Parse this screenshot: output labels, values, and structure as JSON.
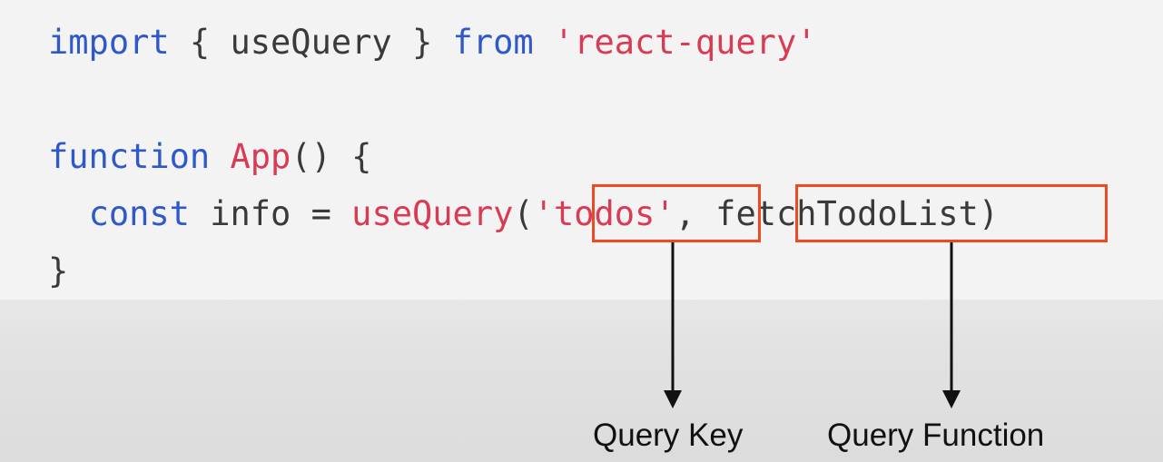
{
  "code": {
    "line1": {
      "import_kw": "import",
      "open_brace": " { ",
      "hook_name": "useQuery",
      "close_brace": " } ",
      "from_kw": "from",
      "space": " ",
      "module": "'react-query'"
    },
    "line2": {
      "function_kw": "function",
      "space": " ",
      "component_name": "App",
      "parens": "() {"
    },
    "line3": {
      "indent": "  ",
      "const_kw": "const",
      "assign": " info = ",
      "hook_call": "useQuery",
      "open_paren": "(",
      "query_key": "'todos'",
      "comma": ", ",
      "query_fn": "fetchTodoList",
      "close_paren": ")"
    },
    "line4": {
      "close_brace": "}"
    }
  },
  "callouts": {
    "query_key_label": "Query Key",
    "query_function_label": "Query Function"
  },
  "colors": {
    "keyword": "#2f58c9",
    "string": "#d93a54",
    "highlight_border": "#ee4a1f",
    "arrow": "#111111"
  }
}
